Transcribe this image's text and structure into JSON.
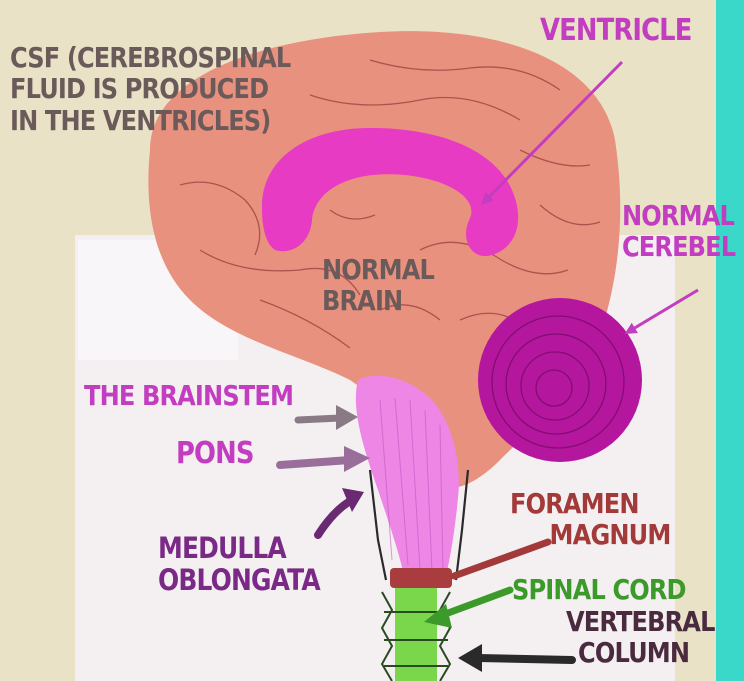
{
  "labels": {
    "csf": [
      "CSF (CEREBROSPINAL",
      "FLUID IS PRODUCED",
      "IN THE VENTRICLES)"
    ],
    "ventricle": "VENTRICLE",
    "normal_cerebellum": [
      "NORMAL",
      "CEREBEL"
    ],
    "normal_brain": [
      "NORMAL",
      "BRAIN"
    ],
    "brainstem": "THE BRAINSTEM",
    "pons": "PONS",
    "medulla": [
      "MEDULLA",
      "OBLONGATA"
    ],
    "foramen": [
      "FORAMEN",
      "MAGNUM"
    ],
    "spinal_cord": "SPINAL CORD",
    "vertebral": [
      "VERTEBRAL",
      "COLUMN"
    ]
  },
  "colors": {
    "background": "#e9e2c6",
    "right_stripe": "#3ad8c8",
    "brain": "#e9917f",
    "ventricle": "#e83bc4",
    "cerebellum": "#b5169e",
    "brainstem": "#ee86e6",
    "spinal_cord": "#7ad64a",
    "foramen": "#a83c3e",
    "label_pink": "#c23dc0",
    "label_gray": "#6b5a5a",
    "label_purple": "#7a2a86",
    "label_brown": "#a33a3a",
    "label_green": "#3c9a2a",
    "label_dark": "#4a2a3e"
  }
}
